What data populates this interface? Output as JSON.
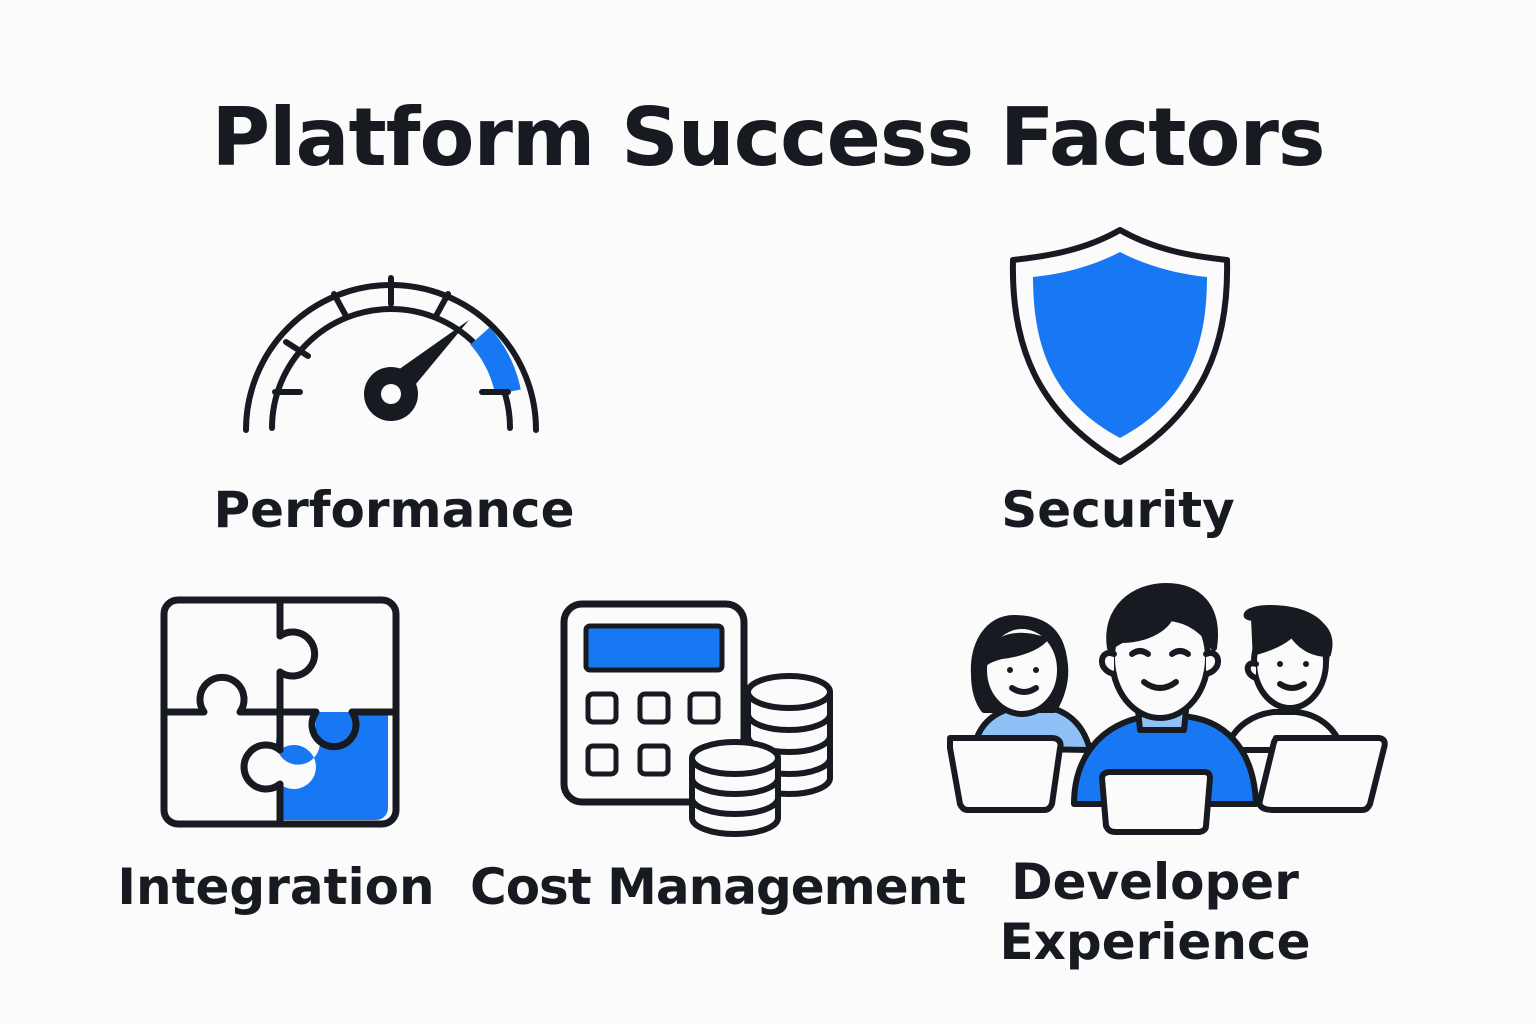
{
  "title": "Platform Success Factors",
  "colors": {
    "accent": "#1877f2",
    "ink": "#171b21",
    "background": "#fbfbfb"
  },
  "factors": [
    {
      "label": "Performance",
      "icon": "speedometer-icon"
    },
    {
      "label": "Security",
      "icon": "shield-icon"
    },
    {
      "label": "Integration",
      "icon": "puzzle-icon"
    },
    {
      "label": "Cost Management",
      "icon": "calculator-coins-icon"
    },
    {
      "label": "Developer Experience",
      "icon": "developers-team-icon"
    }
  ]
}
